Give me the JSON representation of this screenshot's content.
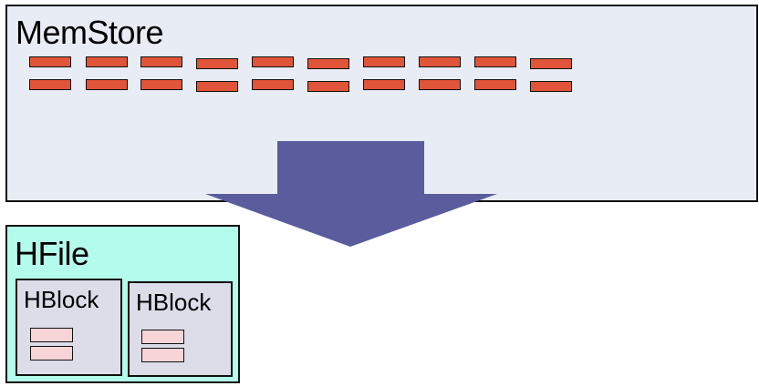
{
  "memstore": {
    "title": "MemStore",
    "rows": 2,
    "columns": 10,
    "cell_color": "#e0553a",
    "fill_color": "#e8ecf5"
  },
  "flush_arrow": {
    "direction": "down",
    "color": "#5a5c9e"
  },
  "hfile": {
    "title": "HFile",
    "fill_color": "#b3fbea",
    "blocks": [
      {
        "label": "HBlock",
        "cells": 2
      },
      {
        "label": "HBlock",
        "cells": 2
      }
    ],
    "block_fill_color": "#dcdde8",
    "block_cell_color": "#f7d4d6"
  }
}
